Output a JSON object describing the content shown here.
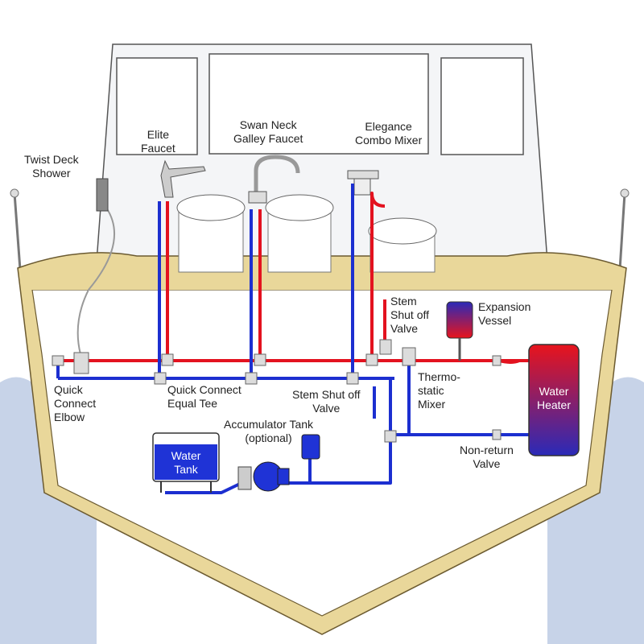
{
  "colors": {
    "hot": "#e3121f",
    "cold": "#1c2fd0",
    "hull_trim": "#e9d79a",
    "hull_outline": "#6b5a30",
    "water": "#c7d3e8",
    "cabin": "#f4f5f7",
    "heater_top": "#e8141c",
    "heater_bottom": "#2a2ab8",
    "tank": "#1f33d6"
  },
  "labels": {
    "twist_shower": "Twist Deck\nShower",
    "elite_faucet": "Elite\nFaucet",
    "swan_neck": "Swan Neck\nGalley Faucet",
    "elegance": "Elegance\nCombo Mixer",
    "stem_shutoff_top": "Stem\nShut off\nValve",
    "expansion_vessel": "Expansion\nVessel",
    "quick_connect_elbow": "Quick\nConnect\nElbow",
    "quick_connect_tee": "Quick Connect\nEqual Tee",
    "stem_shutoff_bottom": "Stem Shut off\nValve",
    "thermostatic_mixer": "Thermo-\nstatic\nMixer",
    "accumulator_tank": "Accumulator Tank\n(optional)",
    "non_return_valve": "Non-return\nValve",
    "water_tank": "Water\nTank",
    "water_heater": "Water\nHeater"
  }
}
